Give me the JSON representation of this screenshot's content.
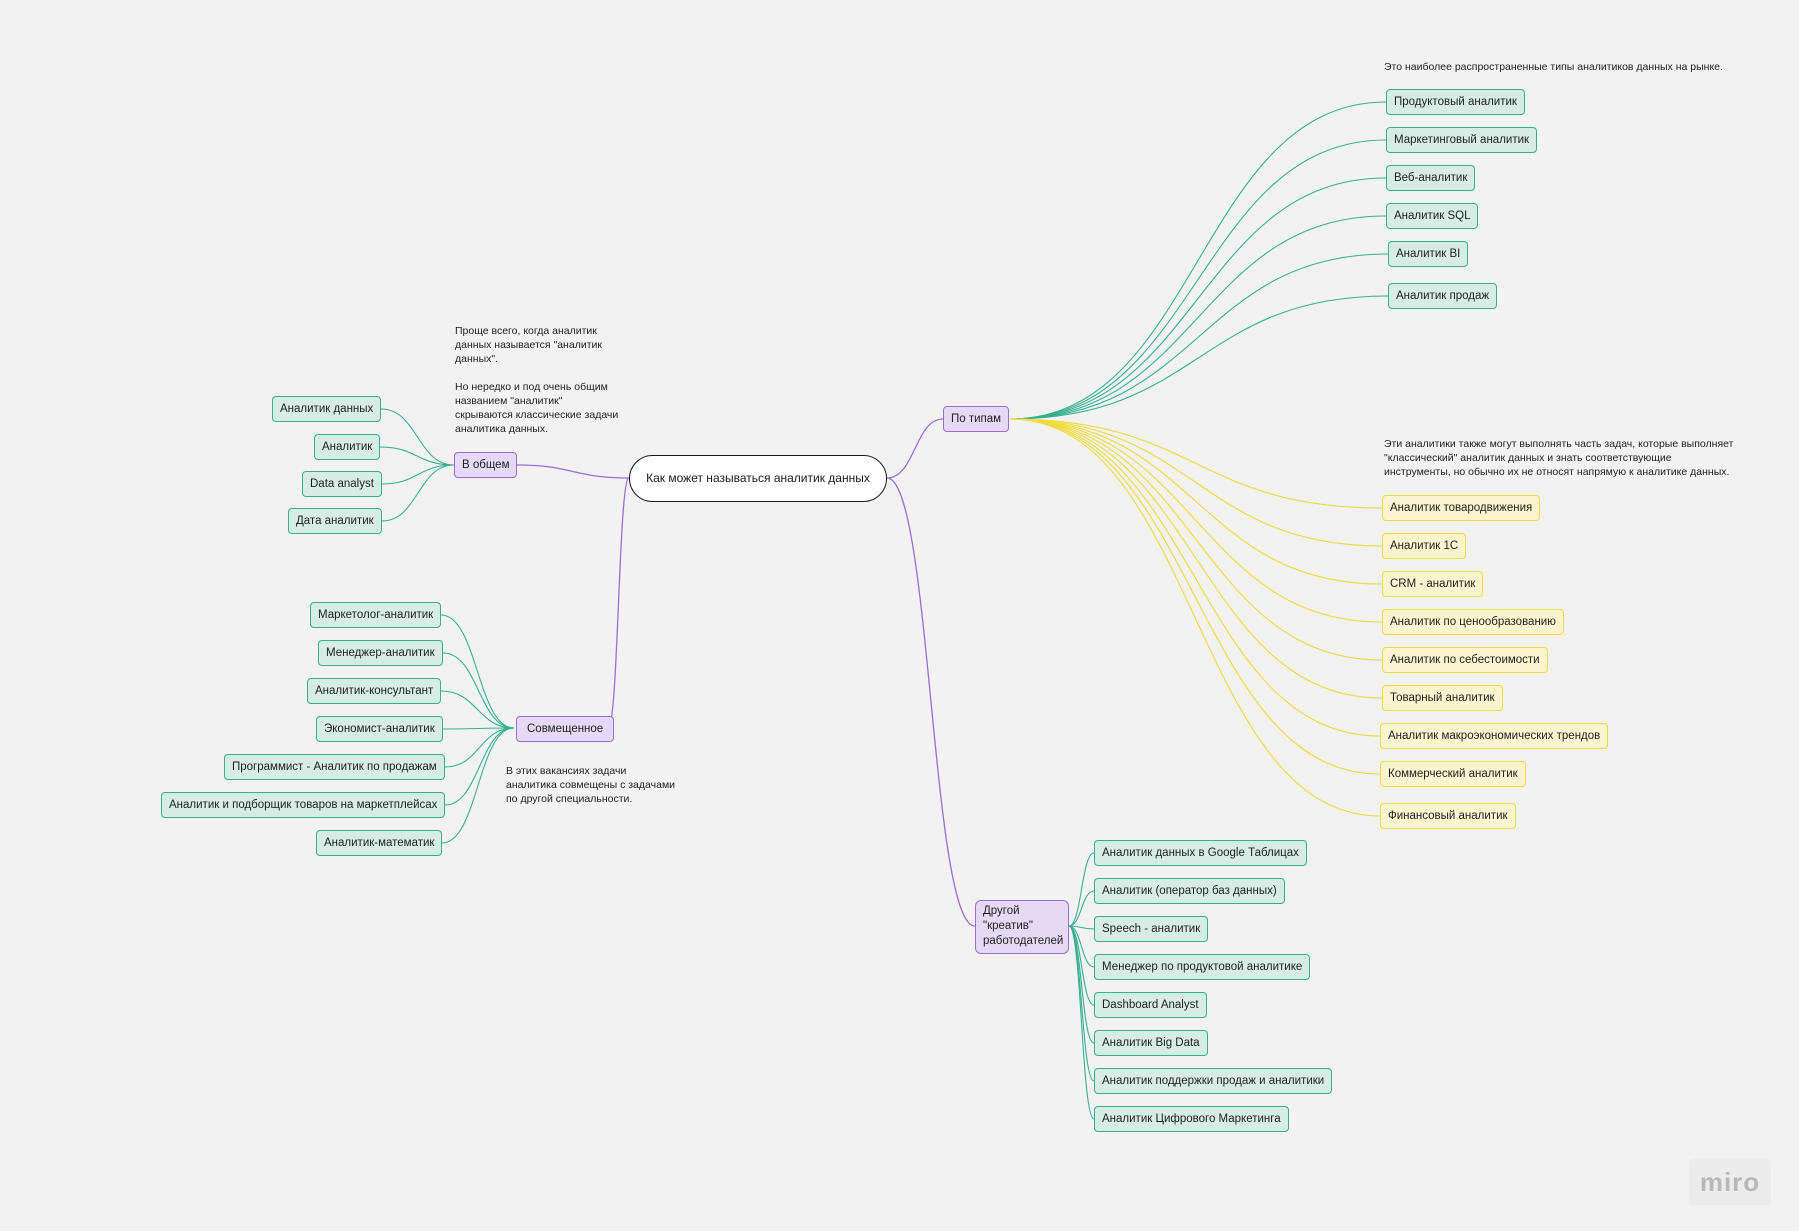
{
  "root": {
    "label": "Как может называться аналитик данных"
  },
  "branches": {
    "general": {
      "label": "В общем",
      "note": "Проще всего, когда аналитик\nданных называется \"аналитик\nданных\".\n\nНо нередко и под очень общим\nназванием \"аналитик\"\nскрываются классические задачи\nаналитика данных.",
      "items": [
        "Аналитик данных",
        "Аналитик",
        "Data analyst",
        "Дата аналитик"
      ]
    },
    "combined": {
      "label": "Совмещенное",
      "note": "В этих вакансиях задачи\nаналитика совмещены с задачами\nпо другой специальности.",
      "items": [
        "Маркетолог-аналитик",
        "Менеджер-аналитик",
        "Аналитик-консультант",
        "Экономист-аналитик",
        "Программист - Аналитик по продажам",
        "Аналитик и подборщик товаров на маркетплейсах",
        "Аналитик-математик"
      ]
    },
    "types": {
      "label": "По типам",
      "note_top": "Это наиболее распространенные типы аналитиков данных на рынке.",
      "items_top": [
        "Продуктовый аналитик",
        "Маркетинговый аналитик",
        "Веб-аналитик",
        "Аналитик SQL",
        "Аналитик BI",
        "Аналитик продаж"
      ],
      "note_bottom": "Эти аналитики также могут выполнять часть задач, которые выполняет\n\"классический\" аналитик данных и знать соответствующие\nинструменты, но обычно их не относят напрямую к аналитике данных.",
      "items_bottom": [
        "Аналитик товародвижения",
        "Аналитик 1С",
        "CRM - аналитик",
        "Аналитик по ценообразованию",
        "Аналитик по себестоимости",
        "Товарный аналитик",
        "Аналитик макроэкономических трендов",
        "Коммерческий аналитик",
        "Финансовый аналитик"
      ]
    },
    "creative": {
      "label": "Другой\n\"креатив\"\nработодателей",
      "items": [
        "Аналитик данных в Google Таблицах",
        "Аналитик (оператор баз данных)",
        "Speech - аналитик",
        "Менеджер по продуктовой аналитике",
        "Dashboard Analyst",
        "Аналитик Big Data",
        "Аналитик поддержки продаж и аналитики",
        "Аналитик Цифрового Маркетинга"
      ]
    }
  },
  "colors": {
    "green": "#36b08d",
    "yellow": "#f0dc3c",
    "purple": "#9a6fd0"
  },
  "watermark": "miro"
}
